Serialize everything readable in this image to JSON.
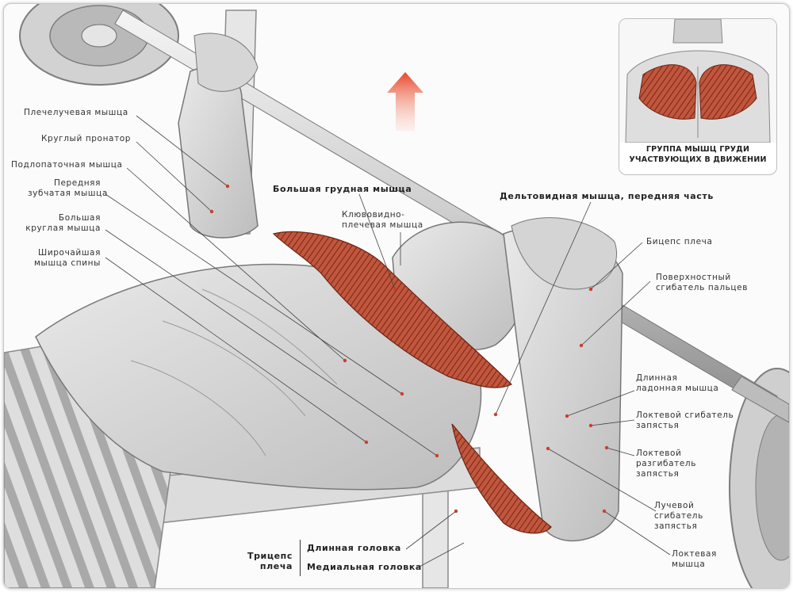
{
  "inset": {
    "caption_line1": "ГРУППА МЫШЦ ГРУДИ",
    "caption_line2": "УЧАСТВУЮЩИХ В ДВИЖЕНИИ"
  },
  "labels": {
    "brachioradialis": "Плечелучевая мышца",
    "pronator_teres": "Круглый пронатор",
    "subscapularis": "Подлопаточная  мышца",
    "serratus_line1": "Передняя",
    "serratus_line2": "зубчатая  мышца",
    "teres_major_line1": "Большая",
    "teres_major_line2": "круглая мышца",
    "latissimus_line1": "Широчайшая",
    "latissimus_line2": "мышца спины",
    "pectoralis_major": "Большая грудная мышца",
    "coracobrachialis_line1": "Клювовидно-",
    "coracobrachialis_line2": "плечевая мышца",
    "anterior_deltoid": "Дельтовидная мышца, передняя часть",
    "biceps": "Бицепс плеча",
    "flexor_superficialis_line1": "Поверхностный",
    "flexor_superficialis_line2": "сгибатель пальцев",
    "palmaris_longus_line1": "Длинная",
    "palmaris_longus_line2": "ладонная мышца",
    "flexor_carpi_ulnaris_line1": "Локтевой сгибатель",
    "flexor_carpi_ulnaris_line2": "запястья",
    "extensor_carpi_ulnaris_line1": "Локтевой",
    "extensor_carpi_ulnaris_line2": "разгибатель",
    "extensor_carpi_ulnaris_line3": "запястья",
    "flexor_carpi_radialis_line1": "Лучевой",
    "flexor_carpi_radialis_line2": "сгибатель",
    "flexor_carpi_radialis_line3": "запястья",
    "anconeus_line1": "Локтевая",
    "anconeus_line2": "мышца",
    "triceps_line1": "Трицепс",
    "triceps_line2": "плеча",
    "triceps_long_head": "Длинная головка",
    "triceps_medial_head": "Медиальная головка"
  },
  "colors": {
    "muscle_red": "#b5452f",
    "arrow_top": "#e8462a",
    "arrow_bottom": "#fbd9cc",
    "line": "#444444"
  }
}
